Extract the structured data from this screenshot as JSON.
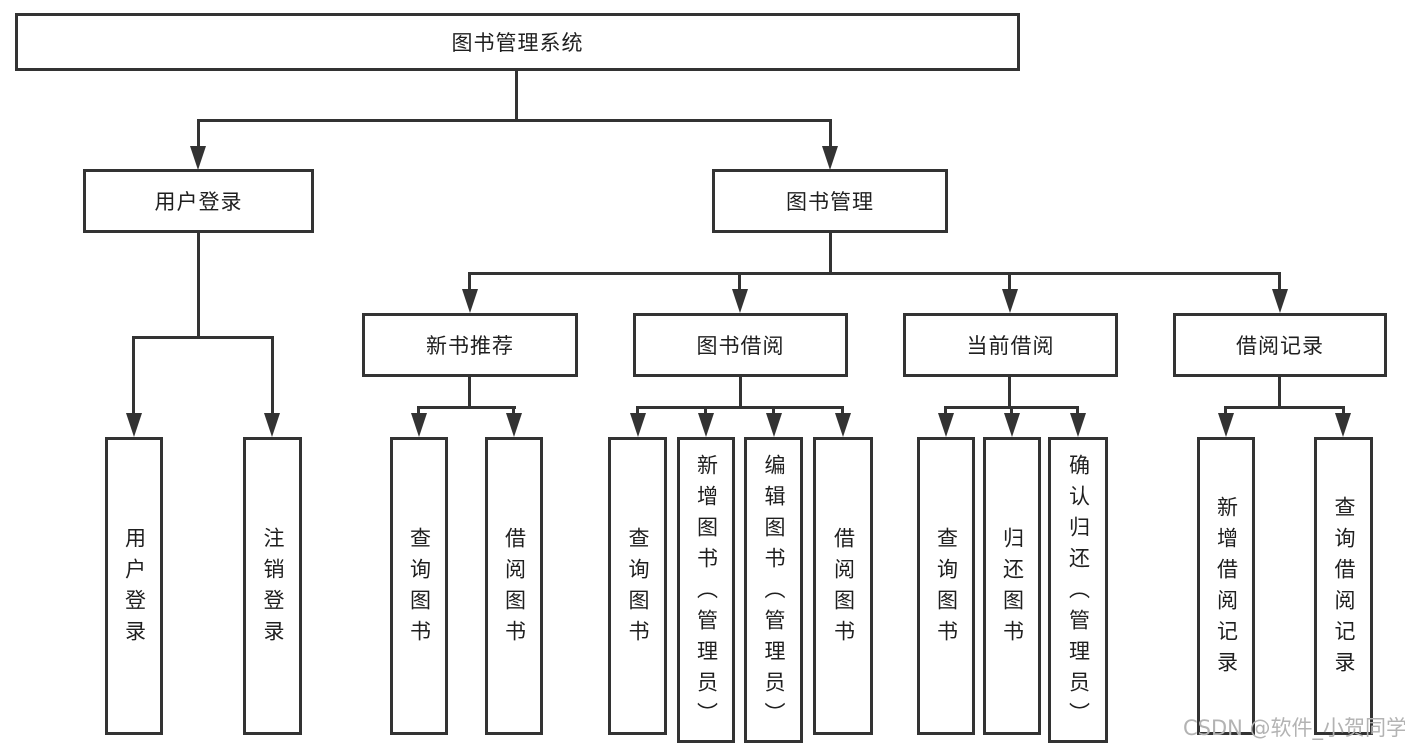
{
  "diagram": {
    "root": "图书管理系统",
    "branches": [
      {
        "label": "用户登录",
        "children": [
          "用户登录",
          "注销登录"
        ]
      },
      {
        "label": "图书管理",
        "sections": [
          {
            "label": "新书推荐",
            "children": [
              "查询图书",
              "借阅图书"
            ]
          },
          {
            "label": "图书借阅",
            "children": [
              "查询图书",
              "新增图书（管理员）",
              "编辑图书（管理员）",
              "借阅图书"
            ]
          },
          {
            "label": "当前借阅",
            "children": [
              "查询图书",
              "归还图书",
              "确认归还（管理员）"
            ]
          },
          {
            "label": "借阅记录",
            "children": [
              "新增借阅记录",
              "查询借阅记录"
            ]
          }
        ]
      }
    ]
  },
  "watermark": {
    "text": "CSDN @软件_小贺同学"
  },
  "colors": {
    "line": "#333333",
    "border": "#333333",
    "text": "#1f1f1f",
    "watermark": "#b3b3b3",
    "background": "#ffffff"
  }
}
